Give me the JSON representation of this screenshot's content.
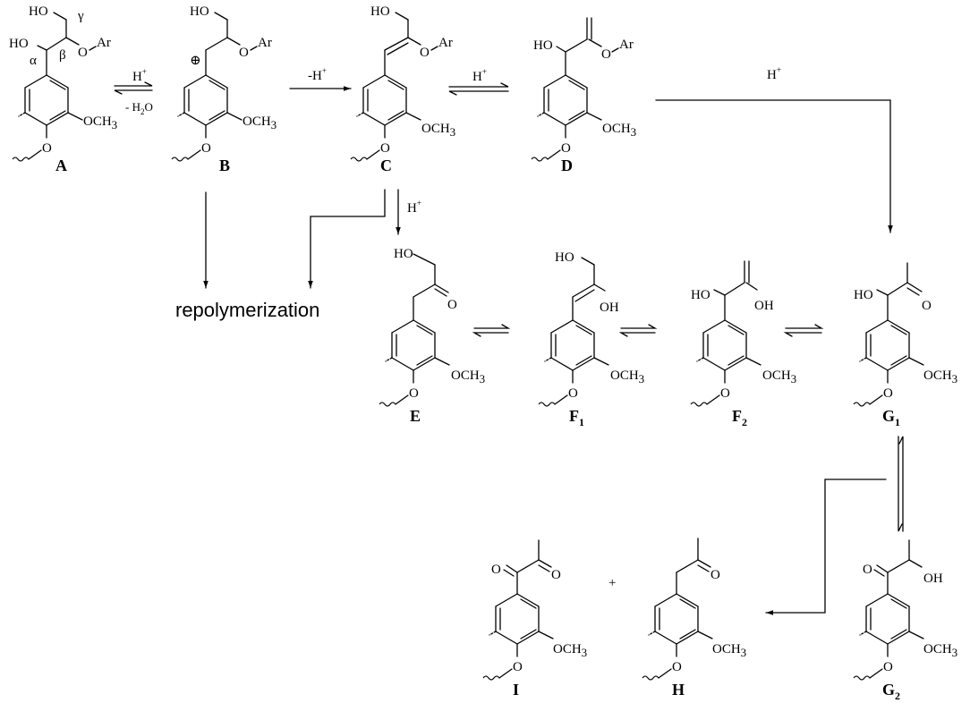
{
  "diagram": {
    "compounds": {
      "A": {
        "label": "A",
        "sub": "",
        "texts": {
          "top": "HO",
          "side": "HO",
          "ether": "O",
          "ar": "Ar",
          "ome": "OCH",
          "ome_sub": "3",
          "o4": "O"
        }
      },
      "B": {
        "label": "B",
        "sub": "",
        "texts": {
          "top": "HO",
          "ether": "O",
          "ar": "Ar",
          "ome": "OCH",
          "ome_sub": "3",
          "o4": "O",
          "charge": "⊕"
        }
      },
      "C": {
        "label": "C",
        "sub": "",
        "texts": {
          "top": "HO",
          "ether": "O",
          "ar": "Ar",
          "ome": "OCH",
          "ome_sub": "3",
          "o4": "O"
        }
      },
      "D": {
        "label": "D",
        "sub": "",
        "texts": {
          "side": "HO",
          "ether": "O",
          "ar": "Ar",
          "ome": "OCH",
          "ome_sub": "3",
          "o4": "O"
        }
      },
      "E": {
        "label": "E",
        "sub": "",
        "texts": {
          "top": "HO",
          "carbonyl": "O",
          "ome": "OCH",
          "ome_sub": "3",
          "o4": "O"
        }
      },
      "F1": {
        "label": "F",
        "sub": "1",
        "texts": {
          "top": "HO",
          "oh": "OH",
          "ome": "OCH",
          "ome_sub": "3",
          "o4": "O"
        }
      },
      "F2": {
        "label": "F",
        "sub": "2",
        "texts": {
          "side": "HO",
          "oh": "OH",
          "ome": "OCH",
          "ome_sub": "3",
          "o4": "O"
        }
      },
      "G1": {
        "label": "G",
        "sub": "1",
        "texts": {
          "side": "HO",
          "carbonyl": "O",
          "ome": "OCH",
          "ome_sub": "3",
          "o4": "O"
        }
      },
      "G2": {
        "label": "G",
        "sub": "2",
        "texts": {
          "carbonyl": "O",
          "oh": "OH",
          "ome": "OCH",
          "ome_sub": "3",
          "o4": "O"
        }
      },
      "I": {
        "label": "I",
        "sub": "",
        "texts": {
          "carbonyl1": "O",
          "carbonyl2": "O",
          "ome": "OCH",
          "ome_sub": "3",
          "o4": "O"
        }
      },
      "H": {
        "label": "H",
        "sub": "",
        "texts": {
          "carbonyl": "O",
          "ome": "OCH",
          "ome_sub": "3",
          "o4": "O"
        }
      }
    },
    "greek": {
      "alpha": "α",
      "beta": "β",
      "gamma": "γ"
    },
    "conditions": {
      "a_b_top": "H",
      "a_b_top_sup": "+",
      "a_b_bottom": "- H",
      "a_b_bottom_sub": "2",
      "a_b_bottom_end": "O",
      "b_c": "-H",
      "b_c_sup": "+",
      "c_d": "H",
      "c_d_sup": "+",
      "d_g1": "H",
      "d_g1_sup": "+",
      "c_e": "H",
      "c_e_sup": "+"
    },
    "repolymerization": "repolymerization",
    "plus": "+"
  }
}
